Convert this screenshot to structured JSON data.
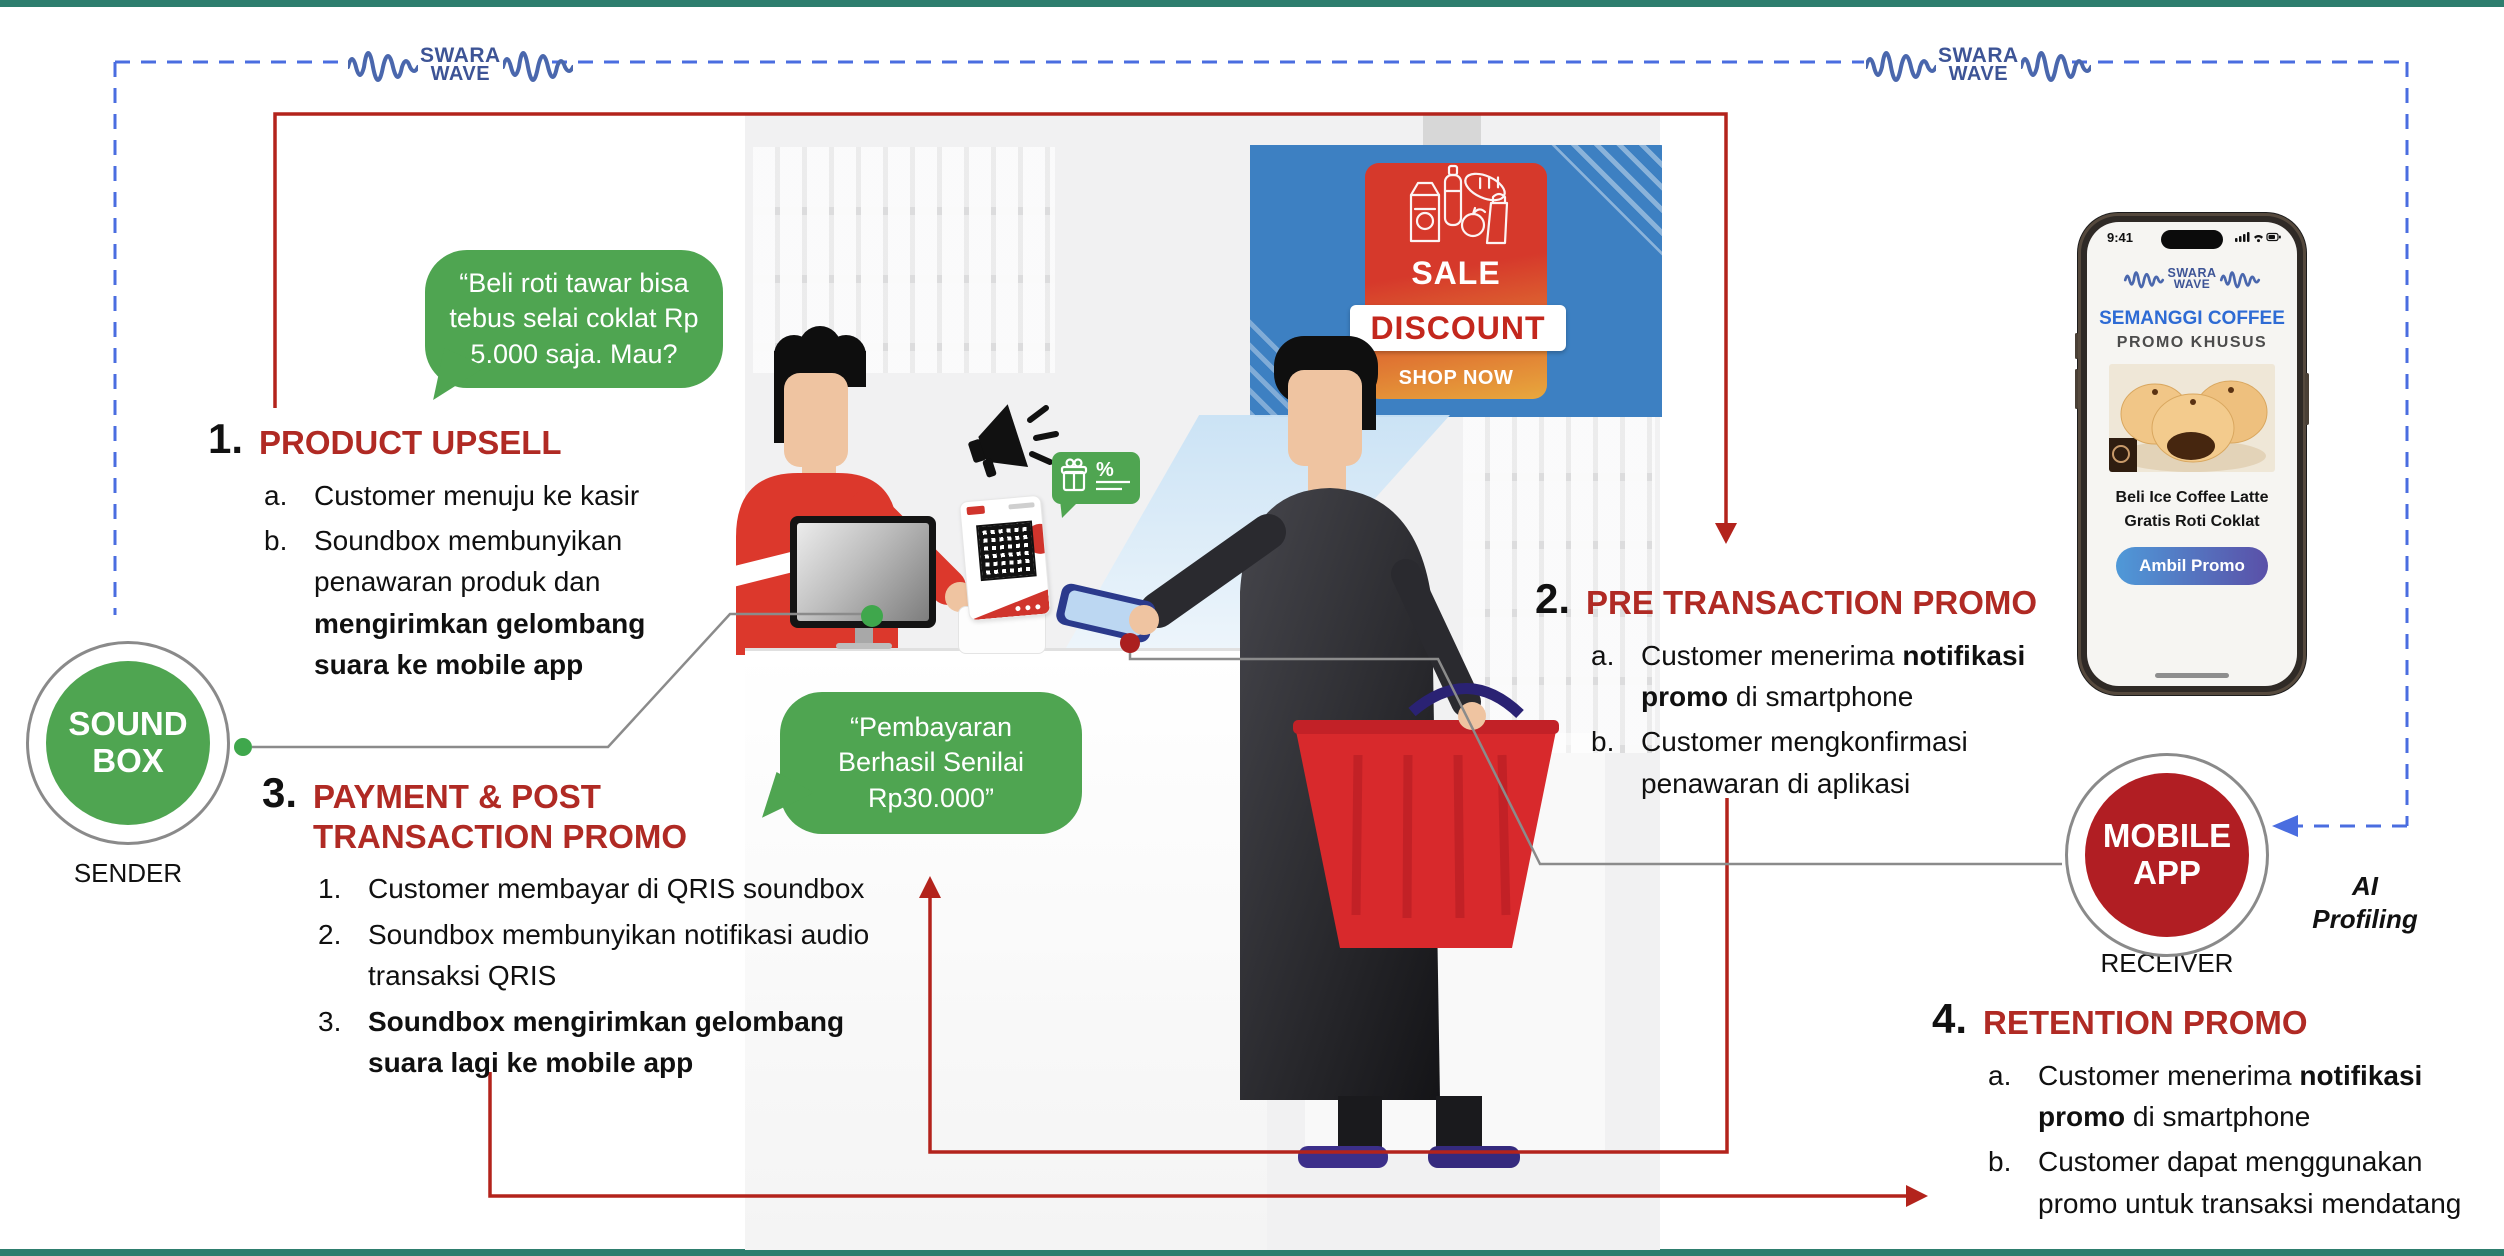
{
  "brand": {
    "name_top": "SWARA",
    "name_bottom": "WAVE"
  },
  "nodes": {
    "sender": {
      "circle_line1": "SOUND",
      "circle_line2": "BOX",
      "caption": "SENDER"
    },
    "receiver": {
      "circle_line1": "MOBILE",
      "circle_line2": "APP",
      "caption": "RECEIVER",
      "note_line1": "AI",
      "note_line2": "Profiling"
    }
  },
  "bubbles": {
    "upsell": "“Beli roti tawar bisa tebus selai coklat Rp 5.000 saja. Mau?",
    "payment": "“Pembayaran Berhasil Senilai Rp30.000”"
  },
  "sections": [
    {
      "num": "1.",
      "title": "PRODUCT UPSELL",
      "items": [
        {
          "m": "a.",
          "seg": [
            {
              "t": "Customer menuju ke kasir"
            }
          ]
        },
        {
          "m": "b.",
          "seg": [
            {
              "t": "Soundbox membunyikan penawaran produk dan "
            },
            {
              "t": "mengirimkan gelombang suara  ke mobile app",
              "b": true
            }
          ]
        }
      ]
    },
    {
      "num": "2.",
      "title": "PRE TRANSACTION PROMO",
      "items": [
        {
          "m": "a.",
          "seg": [
            {
              "t": "Customer menerima "
            },
            {
              "t": "notifikasi promo",
              "b": true
            },
            {
              "t": " di smartphone"
            }
          ]
        },
        {
          "m": "b.",
          "seg": [
            {
              "t": "Customer mengkonfirmasi penawaran di aplikasi"
            }
          ]
        }
      ]
    },
    {
      "num": "3.",
      "title": "PAYMENT & POST TRANSACTION PROMO",
      "items": [
        {
          "m": "1.",
          "seg": [
            {
              "t": "Customer membayar di QRIS soundbox"
            }
          ]
        },
        {
          "m": "2.",
          "seg": [
            {
              "t": "Soundbox membunyikan notifikasi audio transaksi QRIS"
            }
          ]
        },
        {
          "m": "3.",
          "seg": [
            {
              "t": "Soundbox mengirimkan gelombang suara lagi ke mobile app",
              "b": true
            }
          ]
        }
      ]
    },
    {
      "num": "4.",
      "title": "RETENTION PROMO",
      "items": [
        {
          "m": "a.",
          "seg": [
            {
              "t": "Customer menerima "
            },
            {
              "t": "notifikasi promo",
              "b": true
            },
            {
              "t": " di smartphone"
            }
          ]
        },
        {
          "m": "b.",
          "seg": [
            {
              "t": "Customer dapat menggunakan promo untuk transaksi mendatang"
            }
          ]
        }
      ]
    }
  ],
  "phone": {
    "time": "9:41",
    "store_name": "SEMANGGI COFFEE",
    "promo_type": "PROMO KHUSUS",
    "offer_line1": "Beli Ice Coffee Latte",
    "offer_line2": "Gratis Roti Coklat",
    "cta": "Ambil Promo"
  },
  "poster": {
    "sale": "SALE",
    "discount": "DISCOUNT",
    "cta": "SHOP NOW"
  },
  "colors": {
    "accent_green": "#4FA551",
    "node_red": "#B11E23",
    "title_red": "#B02A24",
    "line_red": "#B3231C",
    "dash_blue": "#4A6DE0",
    "logo_navy": "#3D5496",
    "poster_blue": "#3D80C2",
    "teal_edge": "#2E7E6E",
    "cta_gradient_start": "#4F99D8",
    "cta_gradient_end": "#5A50A8"
  }
}
